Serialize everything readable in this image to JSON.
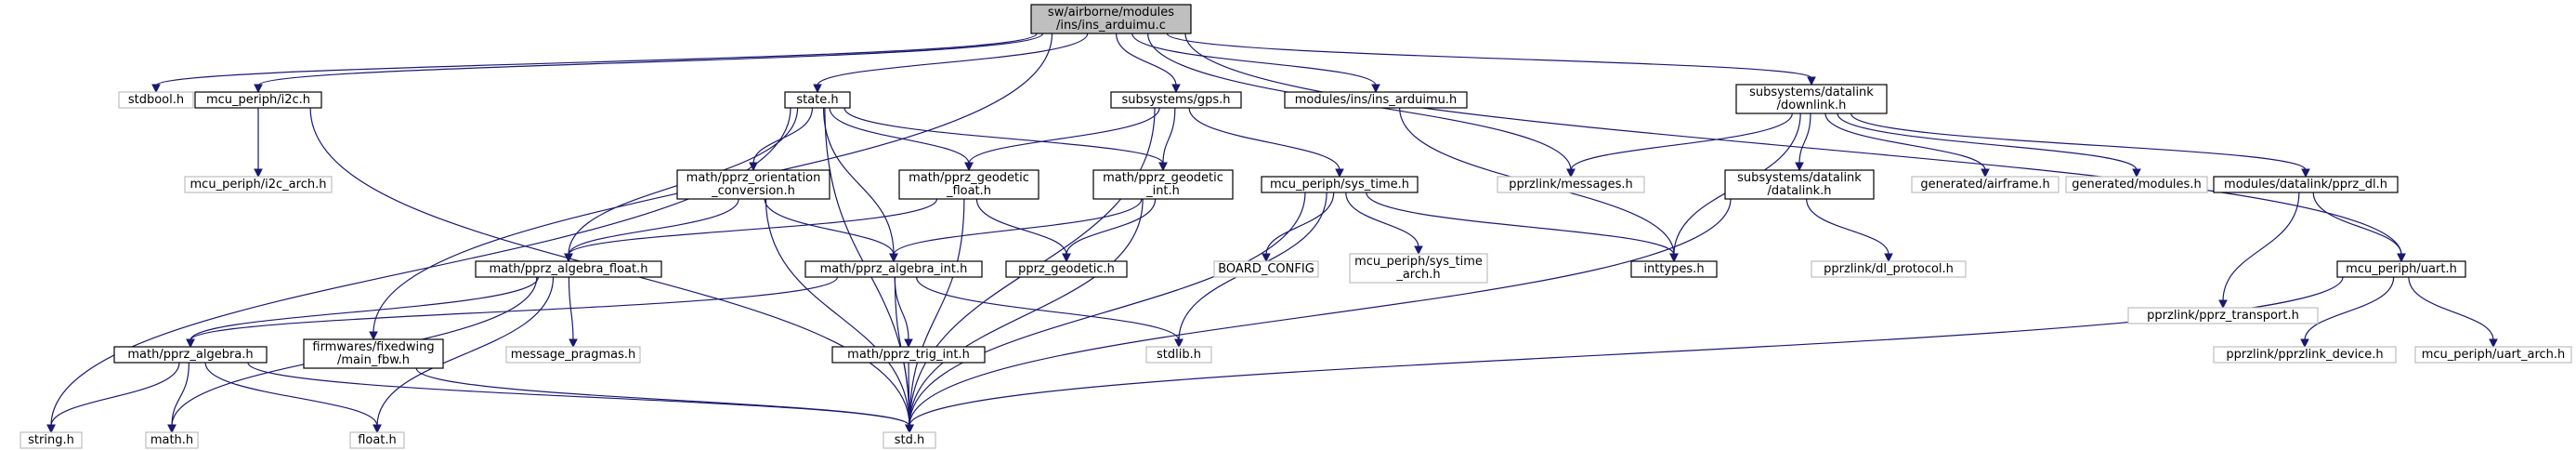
{
  "diagram": {
    "colors": {
      "edge": "#191970",
      "node_border": "#000000",
      "external_border": "#bfbfbf",
      "external_text": "#808080",
      "root_fill": "#bfbfbf",
      "node_fill": "#ffffff",
      "text": "#000000"
    },
    "nodes": [
      {
        "id": "root",
        "lines": [
          "sw/airborne/modules",
          "/ins/ins_arduimu.c"
        ],
        "kind": "root"
      },
      {
        "id": "stdbool",
        "lines": [
          "stdbool.h"
        ],
        "kind": "external"
      },
      {
        "id": "i2c",
        "lines": [
          "mcu_periph/i2c.h"
        ],
        "kind": "normal"
      },
      {
        "id": "state",
        "lines": [
          "state.h"
        ],
        "kind": "normal"
      },
      {
        "id": "gps",
        "lines": [
          "subsystems/gps.h"
        ],
        "kind": "normal"
      },
      {
        "id": "insh",
        "lines": [
          "modules/ins/ins_arduimu.h"
        ],
        "kind": "normal"
      },
      {
        "id": "downlink",
        "lines": [
          "subsystems/datalink",
          "/downlink.h"
        ],
        "kind": "normal"
      },
      {
        "id": "i2carch",
        "lines": [
          "mcu_periph/i2c_arch.h"
        ],
        "kind": "external"
      },
      {
        "id": "orient",
        "lines": [
          "math/pprz_orientation",
          "_conversion.h"
        ],
        "kind": "normal"
      },
      {
        "id": "geofloat",
        "lines": [
          "math/pprz_geodetic",
          "_float.h"
        ],
        "kind": "normal"
      },
      {
        "id": "geoint",
        "lines": [
          "math/pprz_geodetic",
          "_int.h"
        ],
        "kind": "normal"
      },
      {
        "id": "systime",
        "lines": [
          "mcu_periph/sys_time.h"
        ],
        "kind": "normal"
      },
      {
        "id": "messages",
        "lines": [
          "pprzlink/messages.h"
        ],
        "kind": "external"
      },
      {
        "id": "datalink",
        "lines": [
          "subsystems/datalink",
          "/datalink.h"
        ],
        "kind": "normal"
      },
      {
        "id": "airframe",
        "lines": [
          "generated/airframe.h"
        ],
        "kind": "external"
      },
      {
        "id": "modules",
        "lines": [
          "generated/modules.h"
        ],
        "kind": "external"
      },
      {
        "id": "pprzdl",
        "lines": [
          "modules/datalink/pprz_dl.h"
        ],
        "kind": "normal"
      },
      {
        "id": "algfloat",
        "lines": [
          "math/pprz_algebra_float.h"
        ],
        "kind": "normal"
      },
      {
        "id": "geodetic",
        "lines": [
          "pprz_geodetic.h"
        ],
        "kind": "normal"
      },
      {
        "id": "algint",
        "lines": [
          "math/pprz_algebra_int.h"
        ],
        "kind": "normal"
      },
      {
        "id": "boardcfg",
        "lines": [
          "BOARD_CONFIG"
        ],
        "kind": "external"
      },
      {
        "id": "systimearch",
        "lines": [
          "mcu_periph/sys_time",
          "_arch.h"
        ],
        "kind": "external"
      },
      {
        "id": "inttypes",
        "lines": [
          "inttypes.h"
        ],
        "kind": "normal"
      },
      {
        "id": "dlproto",
        "lines": [
          "pprzlink/dl_protocol.h"
        ],
        "kind": "external"
      },
      {
        "id": "transport",
        "lines": [
          "pprzlink/pprz_transport.h"
        ],
        "kind": "external"
      },
      {
        "id": "uart",
        "lines": [
          "mcu_periph/uart.h"
        ],
        "kind": "normal"
      },
      {
        "id": "alg",
        "lines": [
          "math/pprz_algebra.h"
        ],
        "kind": "normal"
      },
      {
        "id": "mainfbw",
        "lines": [
          "firmwares/fixedwing",
          "/main_fbw.h"
        ],
        "kind": "normal"
      },
      {
        "id": "msgpragmas",
        "lines": [
          "message_pragmas.h"
        ],
        "kind": "external"
      },
      {
        "id": "trigint",
        "lines": [
          "math/pprz_trig_int.h"
        ],
        "kind": "normal"
      },
      {
        "id": "stdlib",
        "lines": [
          "stdlib.h"
        ],
        "kind": "external"
      },
      {
        "id": "device",
        "lines": [
          "pprzlink/pprzlink_device.h"
        ],
        "kind": "external"
      },
      {
        "id": "uartarch",
        "lines": [
          "mcu_periph/uart_arch.h"
        ],
        "kind": "external"
      },
      {
        "id": "string",
        "lines": [
          "string.h"
        ],
        "kind": "external"
      },
      {
        "id": "math",
        "lines": [
          "math.h"
        ],
        "kind": "external"
      },
      {
        "id": "float",
        "lines": [
          "float.h"
        ],
        "kind": "external"
      },
      {
        "id": "std",
        "lines": [
          "std.h"
        ],
        "kind": "external"
      }
    ],
    "edges": [
      [
        "root",
        "stdbool"
      ],
      [
        "root",
        "i2c"
      ],
      [
        "root",
        "state"
      ],
      [
        "root",
        "gps"
      ],
      [
        "root",
        "insh"
      ],
      [
        "root",
        "downlink"
      ],
      [
        "root",
        "messages"
      ],
      [
        "root",
        "uart"
      ],
      [
        "root",
        "mainfbw"
      ],
      [
        "i2c",
        "i2carch"
      ],
      [
        "i2c",
        "std"
      ],
      [
        "state",
        "orient"
      ],
      [
        "state",
        "geofloat"
      ],
      [
        "state",
        "geoint"
      ],
      [
        "state",
        "algfloat"
      ],
      [
        "state",
        "algint"
      ],
      [
        "state",
        "string"
      ],
      [
        "state",
        "std"
      ],
      [
        "gps",
        "geofloat"
      ],
      [
        "gps",
        "geoint"
      ],
      [
        "gps",
        "systime"
      ],
      [
        "gps",
        "std"
      ],
      [
        "insh",
        "inttypes"
      ],
      [
        "downlink",
        "messages"
      ],
      [
        "downlink",
        "datalink"
      ],
      [
        "downlink",
        "airframe"
      ],
      [
        "downlink",
        "modules"
      ],
      [
        "downlink",
        "pprzdl"
      ],
      [
        "downlink",
        "inttypes"
      ],
      [
        "orient",
        "algfloat"
      ],
      [
        "orient",
        "algint"
      ],
      [
        "orient",
        "std"
      ],
      [
        "geofloat",
        "algfloat"
      ],
      [
        "geofloat",
        "geodetic"
      ],
      [
        "geofloat",
        "std"
      ],
      [
        "geoint",
        "geodetic"
      ],
      [
        "geoint",
        "algint"
      ],
      [
        "geoint",
        "std"
      ],
      [
        "systime",
        "boardcfg"
      ],
      [
        "systime",
        "systimearch"
      ],
      [
        "systime",
        "inttypes"
      ],
      [
        "systime",
        "stdlib"
      ],
      [
        "systime",
        "std"
      ],
      [
        "datalink",
        "dlproto"
      ],
      [
        "datalink",
        "std"
      ],
      [
        "pprzdl",
        "transport"
      ],
      [
        "pprzdl",
        "uart"
      ],
      [
        "algfloat",
        "alg"
      ],
      [
        "algfloat",
        "msgpragmas"
      ],
      [
        "algfloat",
        "math"
      ],
      [
        "algfloat",
        "float"
      ],
      [
        "algint",
        "alg"
      ],
      [
        "algint",
        "trigint"
      ],
      [
        "algint",
        "stdlib"
      ],
      [
        "algint",
        "std"
      ],
      [
        "uart",
        "device"
      ],
      [
        "uart",
        "uartarch"
      ],
      [
        "uart",
        "std"
      ],
      [
        "alg",
        "string"
      ],
      [
        "alg",
        "math"
      ],
      [
        "alg",
        "float"
      ],
      [
        "alg",
        "std"
      ],
      [
        "mainfbw",
        "std"
      ],
      [
        "trigint",
        "std"
      ]
    ]
  }
}
